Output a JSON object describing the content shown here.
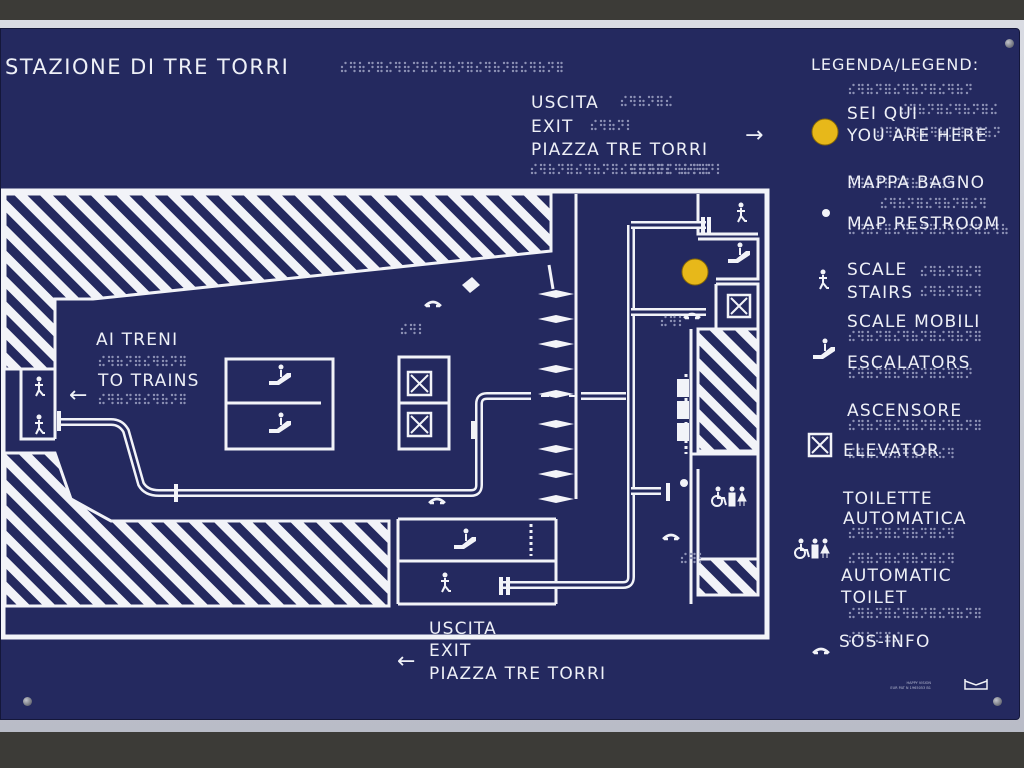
{
  "sign": {
    "title": "STAZIONE DI TRE TORRI",
    "exit_top": [
      "USCITA",
      "EXIT",
      "PIAZZA TRE TORRI"
    ],
    "exit_bottom": [
      "USCITA",
      "EXIT",
      "PIAZZA TRE TORRI"
    ],
    "trains": [
      "AI TRENI",
      "TO TRAINS"
    ]
  },
  "legend": {
    "heading": "LEGENDA/LEGEND:",
    "you_are_here": [
      "SEI QUI",
      "YOU ARE HERE"
    ],
    "map_restroom": [
      "MAPPA BAGNO",
      "MAP RESTROOM"
    ],
    "stairs": [
      "SCALE",
      "STAIRS"
    ],
    "escalators": [
      "SCALE MOBILI",
      "ESCALATORS"
    ],
    "elevator": [
      "ASCENSORE",
      "ELEVATOR"
    ],
    "toilet": [
      "TOILETTE",
      "AUTOMATICA",
      "AUTOMATIC",
      "TOILET"
    ],
    "sos_info": "SOS-INFO"
  },
  "maker_text": [
    "HAPPY VISION",
    "EUR PAT N 1965053 B1"
  ],
  "colors": {
    "panel": "#24295f",
    "lines": "#f2f3f8",
    "you_are_here": "#e7b81a"
  },
  "icons": [
    "stairs-icon",
    "escalator-icon",
    "elevator-icon",
    "accessible-toilet-icon",
    "sos-phone-icon",
    "you-are-here-dot",
    "restroom-dot",
    "exit-arrow-icon"
  ]
}
